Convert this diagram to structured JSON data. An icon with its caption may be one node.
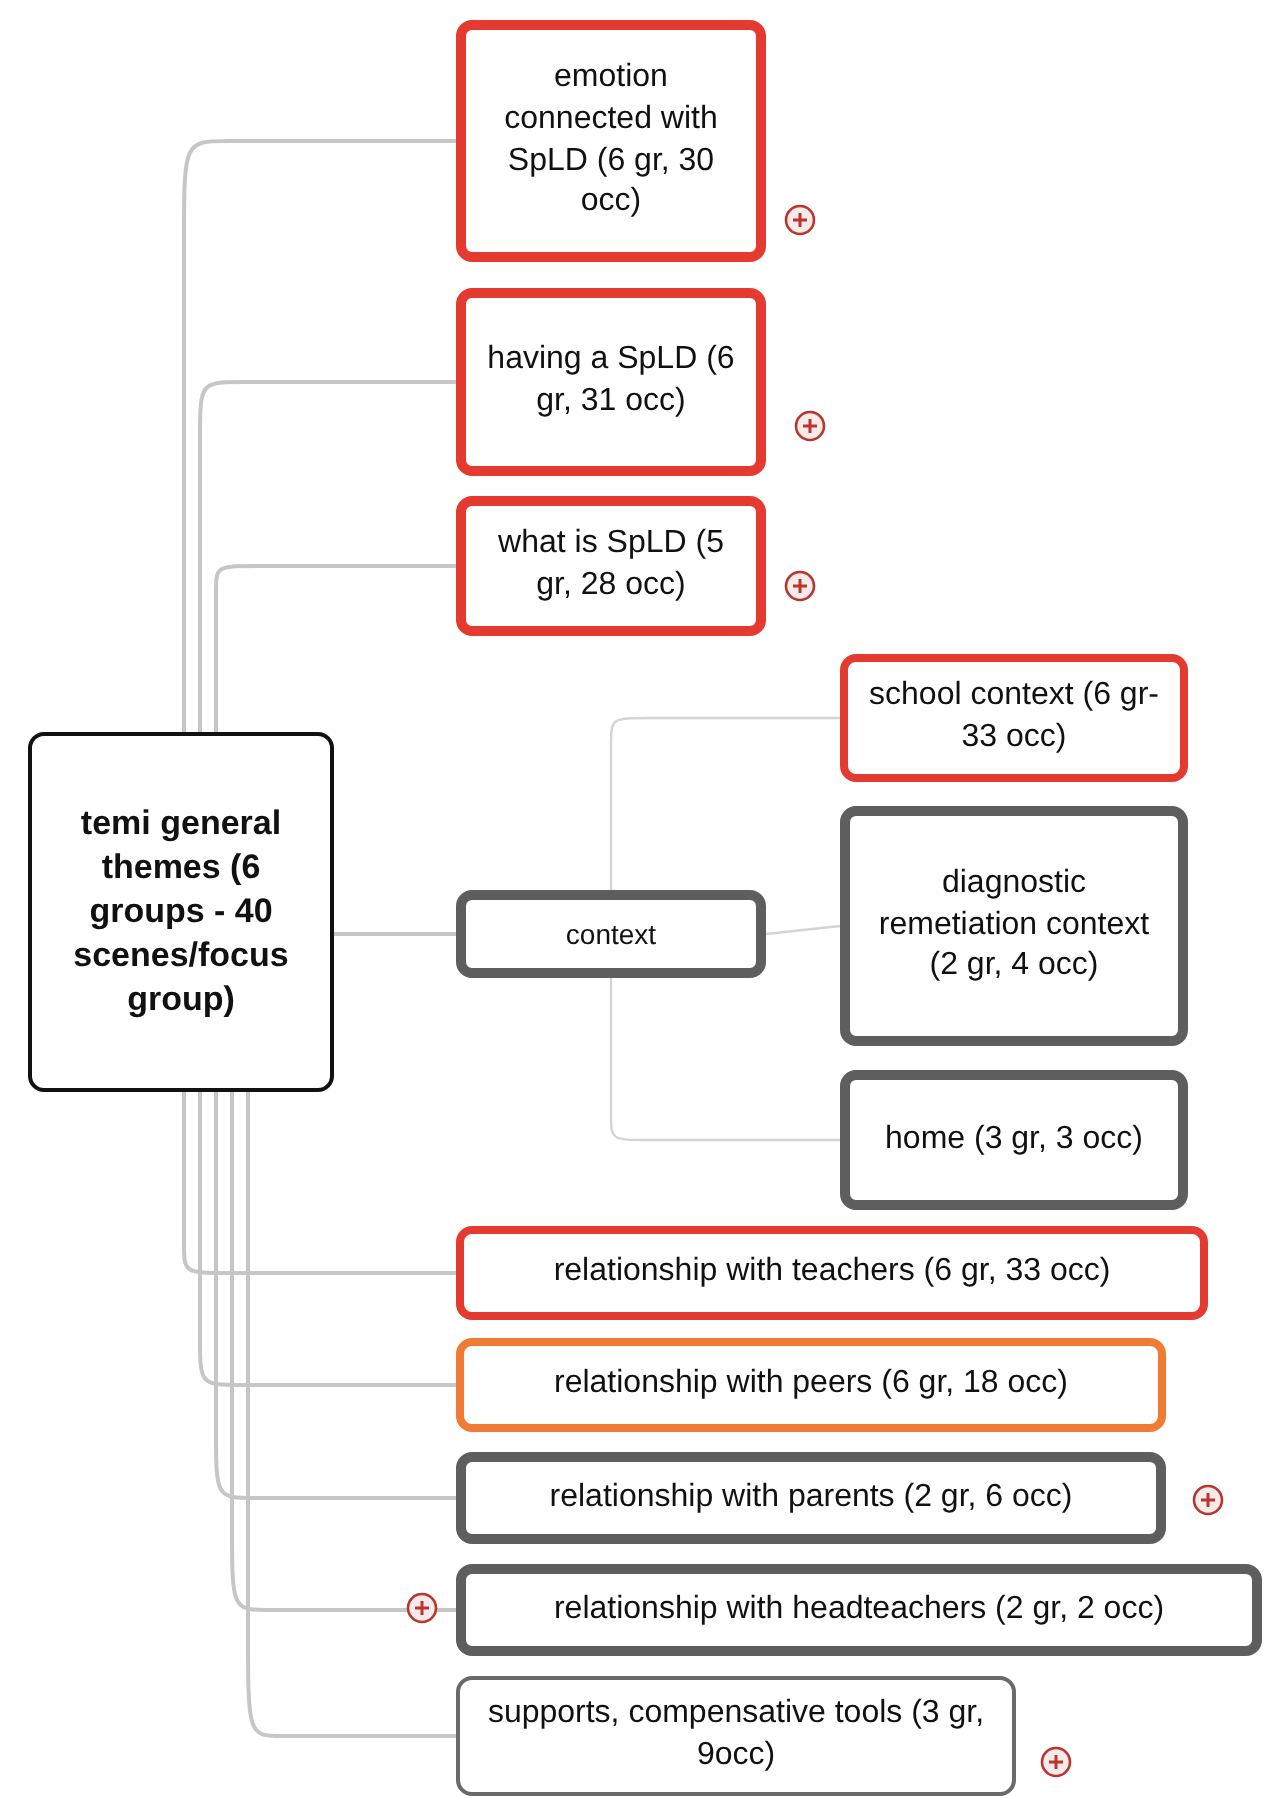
{
  "diagram": {
    "nodes": [
      {
        "text": [
          "temi general themes (6 groups - 40 scenes/focus group)"
        ]
      },
      {
        "text": [
          "emotion connected with SpLD (6 gr, 30 occ)"
        ]
      },
      {
        "text": [
          "having a SpLD (6 gr, 31 occ)"
        ]
      },
      {
        "text": [
          "what is SpLD (5 gr, 28 occ)"
        ]
      },
      {
        "text": [
          "context"
        ]
      },
      {
        "text": [
          "school context (6 gr- 33 occ)"
        ]
      },
      {
        "text": [
          "diagnostic remetiation context (2 gr, 4 occ)"
        ]
      },
      {
        "text": [
          "home (3 gr, 3 occ)"
        ]
      },
      {
        "text": [
          "relationship with teachers (6 gr, 33 occ)"
        ]
      },
      {
        "text": [
          "relationship with peers (6 gr, 18 occ)"
        ]
      },
      {
        "text": [
          "relationship with parents (2 gr, 6 occ)"
        ]
      },
      {
        "text": [
          "relationship with headteachers (2 gr, 2 occ)"
        ]
      },
      {
        "text": [
          "supports, compensative tools (3 gr, 9occ)"
        ]
      }
    ],
    "edges": [
      {
        "from": 0,
        "to": 1,
        "arrow": "none"
      },
      {
        "from": 0,
        "to": 2,
        "arrow": "none"
      },
      {
        "from": 0,
        "to": 3,
        "arrow": "none"
      },
      {
        "from": 0,
        "to": 4,
        "arrow": "none"
      },
      {
        "from": 4,
        "to": 5,
        "arrow": "none"
      },
      {
        "from": 4,
        "to": 6,
        "arrow": "none"
      },
      {
        "from": 4,
        "to": 7,
        "arrow": "none"
      },
      {
        "from": 0,
        "to": 8,
        "arrow": "none"
      },
      {
        "from": 0,
        "to": 9,
        "arrow": "none"
      },
      {
        "from": 0,
        "to": 10,
        "arrow": "none"
      },
      {
        "from": 0,
        "to": 11,
        "arrow": "none"
      },
      {
        "from": 0,
        "to": 12,
        "arrow": "none"
      }
    ]
  }
}
